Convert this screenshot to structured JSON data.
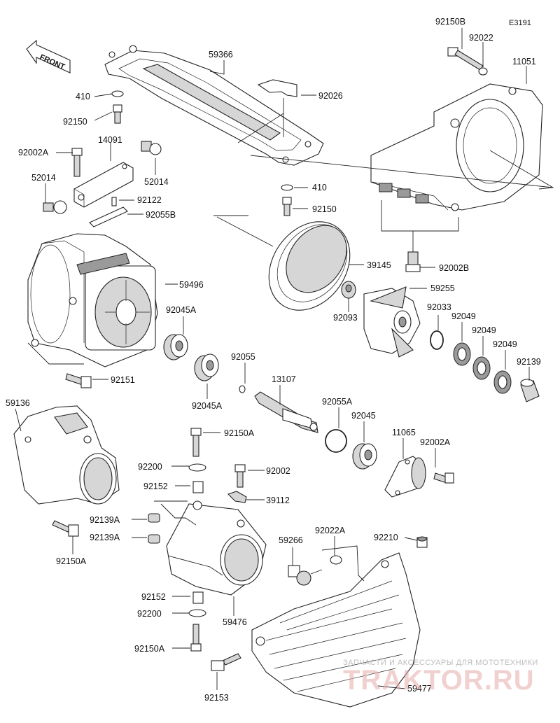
{
  "diagram": {
    "code": "E3191",
    "front_label": "FRONT",
    "watermark": {
      "line1": "ЗАПЧАСТИ И АКСЕССУАРЫ ДЛЯ МОТОТЕХНИКИ",
      "line2": "TRAKTOR.RU"
    },
    "labels": {
      "l59366": "59366",
      "l410a": "410",
      "l92150a": "92150",
      "l92026": "92026",
      "l92002A_a": "92002A",
      "l14091": "14091",
      "l52014a": "52014",
      "l52014b": "52014",
      "l92122": "92122",
      "l92055B": "92055B",
      "l410b": "410",
      "l92150b": "92150",
      "l92150B": "92150B",
      "l92022": "92022",
      "l11051": "11051",
      "l92002B": "92002B",
      "l39145": "39145",
      "l59496": "59496",
      "l92093": "92093",
      "l59255": "59255",
      "l92045A_a": "92045A",
      "l92033": "92033",
      "l92049a": "92049",
      "l92049b": "92049",
      "l92049c": "92049",
      "l92151": "92151",
      "l92055": "92055",
      "l92139": "92139",
      "l92045A_b": "92045A",
      "l13107": "13107",
      "l59136": "59136",
      "l92055A": "92055A",
      "l92045": "92045",
      "l11065": "11065",
      "l92002A_b": "92002A",
      "l92150A_a": "92150A",
      "l92200a": "92200",
      "l92002": "92002",
      "l92152a": "92152",
      "l39112": "39112",
      "l92139A_a": "92139A",
      "l92139A_b": "92139A",
      "l92150A_b": "92150A",
      "l92022A": "92022A",
      "l92210": "92210",
      "l59266": "59266",
      "l92152b": "92152",
      "l92200b": "92200",
      "l59476": "59476",
      "l92150A_c": "92150A",
      "l92153": "92153",
      "l59477": "59477"
    }
  }
}
